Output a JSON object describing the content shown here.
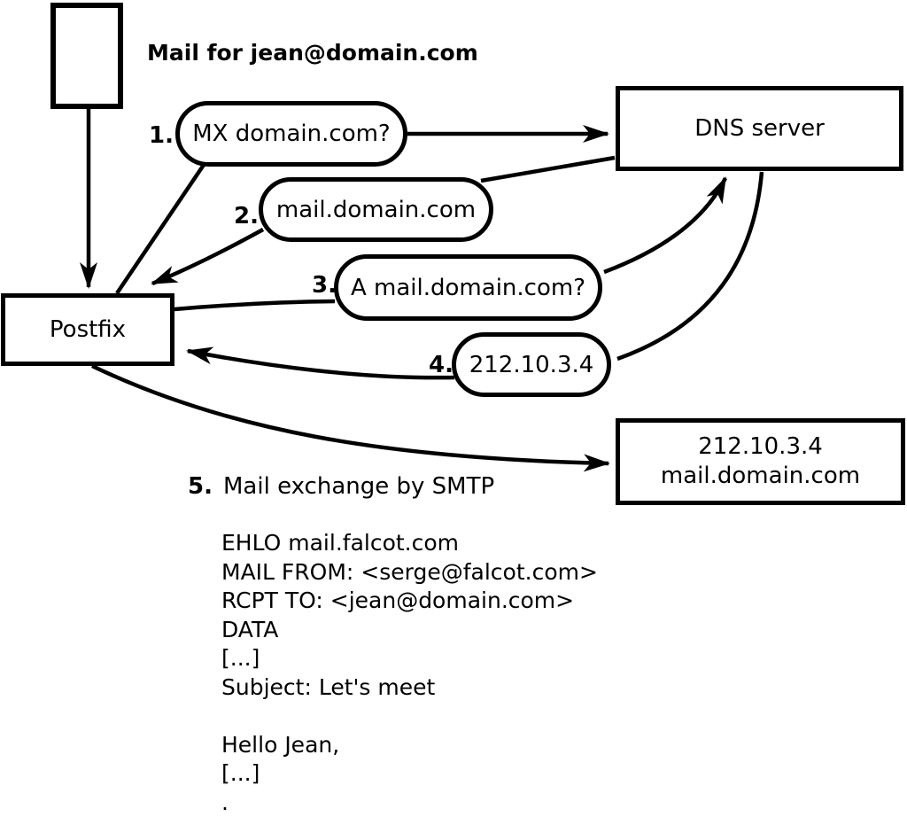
{
  "diagram": {
    "note": "Mail for jean@domain.com",
    "nodes": {
      "postfix": "Postfix",
      "dns": "DNS server",
      "mailserver_line1": "212.10.3.4",
      "mailserver_line2": "mail.domain.com"
    },
    "steps": [
      {
        "num": "1.",
        "label": "MX domain.com?"
      },
      {
        "num": "2.",
        "label": "mail.domain.com"
      },
      {
        "num": "3.",
        "label": "A mail.domain.com?"
      },
      {
        "num": "4.",
        "label": "212.10.3.4"
      },
      {
        "num": "5.",
        "label": "Mail exchange by SMTP"
      }
    ],
    "smtp": {
      "lines": [
        "EHLO mail.falcot.com",
        "MAIL FROM: <serge@falcot.com>",
        "RCPT TO: <jean@domain.com>",
        "DATA",
        "[...]",
        "Subject: Let's meet",
        "",
        "Hello Jean,",
        "[...]",
        "."
      ]
    },
    "colors": {
      "stroke": "#000000",
      "fill": "#ffffff"
    }
  }
}
